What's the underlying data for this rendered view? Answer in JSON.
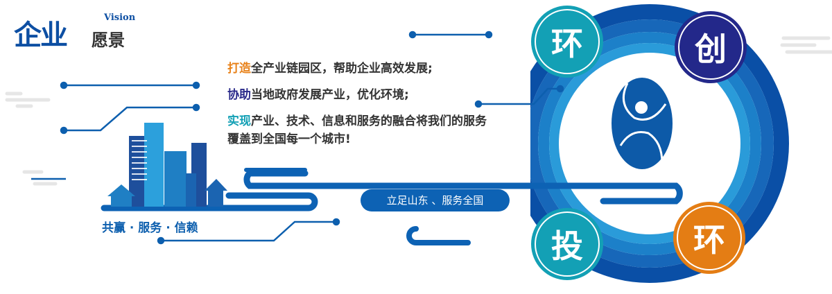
{
  "logo": {
    "main": "企业",
    "sub": "愿景",
    "en": "Vision"
  },
  "statements": [
    {
      "highlight": "打造",
      "text": "全产业链园区，帮助企业高效发展;",
      "color": "#e8821a"
    },
    {
      "highlight": "协助",
      "text": "当地政府发展产业，优化环境;",
      "color": "#2a2a8a"
    },
    {
      "highlight": "实现",
      "text": "产业、技术、信息和服务的融合将我们的服务",
      "color": "#13a0b5"
    },
    {
      "highlight": "",
      "text": "覆盖到全国每一个城市!",
      "color": "#333333"
    }
  ],
  "motto": "共赢 · 服务 · 信赖",
  "pill": "立足山东 、服务全国",
  "badges": [
    {
      "label": "环",
      "color": "#13a0b5"
    },
    {
      "label": "创",
      "color": "#23288a"
    },
    {
      "label": "投",
      "color": "#13a0b5"
    },
    {
      "label": "环",
      "color": "#e47d14"
    }
  ],
  "colors": {
    "primary": "#0d5fae",
    "ring": [
      "#0a4fa6",
      "#1767b9",
      "#1c80c9",
      "#2a9bd9"
    ]
  }
}
